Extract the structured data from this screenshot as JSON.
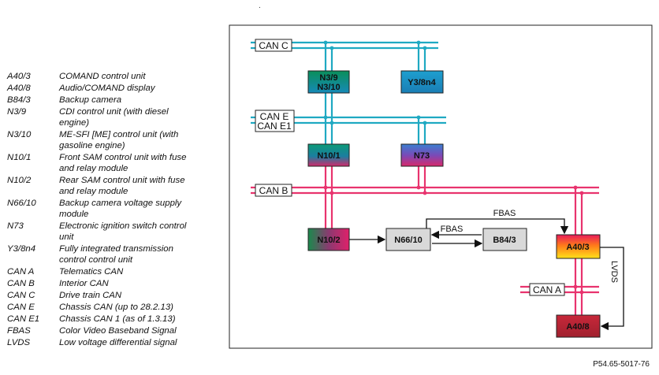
{
  "legend": [
    {
      "code": "A40/3",
      "desc": "COMAND control unit"
    },
    {
      "code": "A40/8",
      "desc": "Audio/COMAND display"
    },
    {
      "code": "B84/3",
      "desc": "Backup camera"
    },
    {
      "code": "N3/9",
      "desc": "CDI control unit (with diesel engine)"
    },
    {
      "code": "N3/10",
      "desc": "ME-SFI [ME] control unit (with gasoline engine)"
    },
    {
      "code": "N10/1",
      "desc": "Front SAM control unit with fuse and relay module"
    },
    {
      "code": "N10/2",
      "desc": "Rear SAM control unit with fuse and relay module"
    },
    {
      "code": "N66/10",
      "desc": "Backup camera voltage supply module"
    },
    {
      "code": "N73",
      "desc": "Electronic ignition switch control unit"
    },
    {
      "code": "Y3/8n4",
      "desc": "Fully integrated transmission control control unit"
    },
    {
      "code": "CAN A",
      "desc": "Telematics CAN"
    },
    {
      "code": "CAN B",
      "desc": "Interior CAN"
    },
    {
      "code": "CAN C",
      "desc": "Drive train CAN"
    },
    {
      "code": "CAN E",
      "desc": "Chassis CAN (up to 28.2.13)"
    },
    {
      "code": "CAN E1",
      "desc": "Chassis CAN 1 (as of 1.3.13)"
    },
    {
      "code": "FBAS",
      "desc": "Color Video Baseband Signal"
    },
    {
      "code": "LVDS",
      "desc": "Low voltage differential signal"
    }
  ],
  "bus_labels": {
    "can_c": "CAN C",
    "can_e": "CAN E",
    "can_e1": "CAN E1",
    "can_b": "CAN B",
    "can_a": "CAN A"
  },
  "units": {
    "n3_9": "N3/9",
    "n3_10": "N3/10",
    "y3_8n4": "Y3/8n4",
    "n10_1": "N10/1",
    "n73": "N73",
    "n10_2": "N10/2",
    "n66_10": "N66/10",
    "b84_3": "B84/3",
    "a40_3": "A40/3",
    "a40_8": "A40/8"
  },
  "signals": {
    "fbas_top": "FBAS",
    "fbas_mid": "FBAS",
    "lvds": "LVDS"
  },
  "figure_id": "P54.65-5017-76",
  "colors": {
    "can_cyan": "#1fa9c2",
    "can_pink": "#e8336e",
    "frame": "#222222"
  }
}
